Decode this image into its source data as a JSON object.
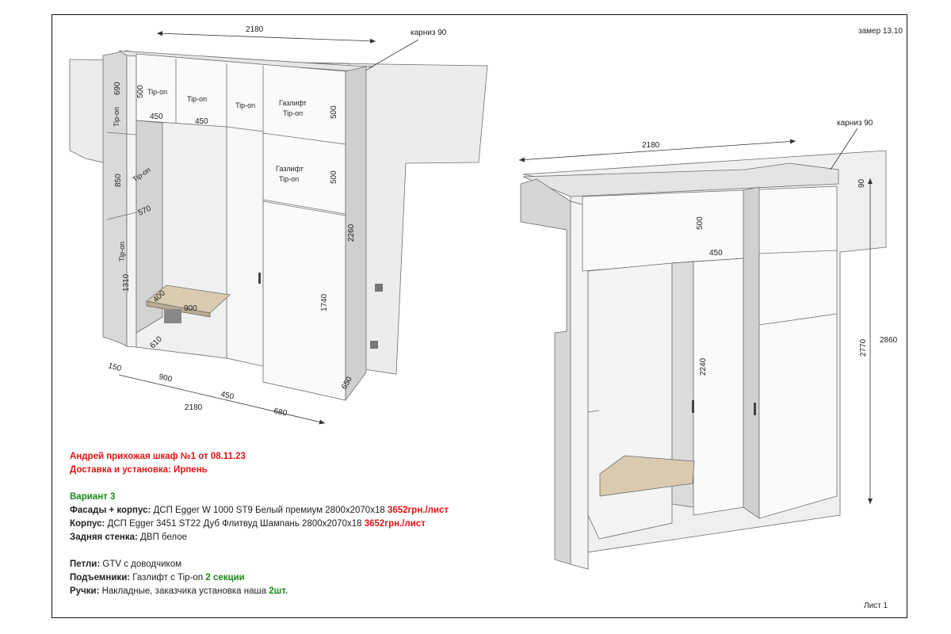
{
  "header": {
    "measure_date": "замер 13.10"
  },
  "footer": {
    "sheet_label": "Лист 1"
  },
  "left_view": {
    "dims": {
      "width_top": "2180",
      "cornice": "карниз 90",
      "h690": "690",
      "h850": "850",
      "h1310": "1310",
      "h500a": "500",
      "w450a": "450",
      "w450b": "450",
      "h500b": "500",
      "h500c": "500",
      "h2260": "2260",
      "h1740": "1740",
      "d570": "570",
      "d400": "400",
      "w900_bench": "900",
      "d610": "610",
      "b150": "150",
      "b900": "900",
      "b450": "450",
      "b2180": "2180",
      "b680": "680",
      "d650": "650"
    },
    "labels": {
      "tip_on_1": "Tip-on",
      "tip_on_2": "Tip-on",
      "tip_on_3": "Tip-on",
      "side_tip_on_top": "Tip-on",
      "side_tip_on_mid": "Tip-on",
      "side_tip_on_low": "Tip-on",
      "gaslift_1": "Газлифт",
      "gaslift_1_tip": "Tip-on",
      "gaslift_2": "Газлифт",
      "gaslift_2_tip": "Tip-on"
    }
  },
  "right_view": {
    "dims": {
      "width_top": "2180",
      "cornice": "карниз 90",
      "h90": "90",
      "h2770": "2770",
      "h2860": "2860",
      "h500": "500",
      "w450": "450",
      "h2240": "2240"
    }
  },
  "notes": {
    "title_line": "Андрей  прихожая шкаф №1 от 08.11.23",
    "delivery_line": "Доставка и установка: Ирпень",
    "variant": "Вариант 3",
    "facades_label": "Фасады + корпус:",
    "facades_text": " ДСП Egger W 1000 ST9 Белый премиум 2800х2070х18 ",
    "facades_price": "3652грн./лист",
    "body_label": "Корпус:",
    "body_text": " ДСП Egger 3451 ST22 Дуб Флитвуд Шампань 2800х2070х18 ",
    "body_price": "3652грн./лист",
    "back_label": "Задняя стенка:",
    "back_text": "  ДВП белое",
    "hinges_label": "Петли:",
    "hinges_text": " GTV с доводчиком",
    "lifts_label": "Подъемники:",
    "lifts_text": " Газлифт с Tip-on ",
    "lifts_count": "2 секции",
    "handles_label": "Ручки:",
    "handles_text": " Накладные, заказчика установка наша ",
    "handles_count": "2шт."
  }
}
